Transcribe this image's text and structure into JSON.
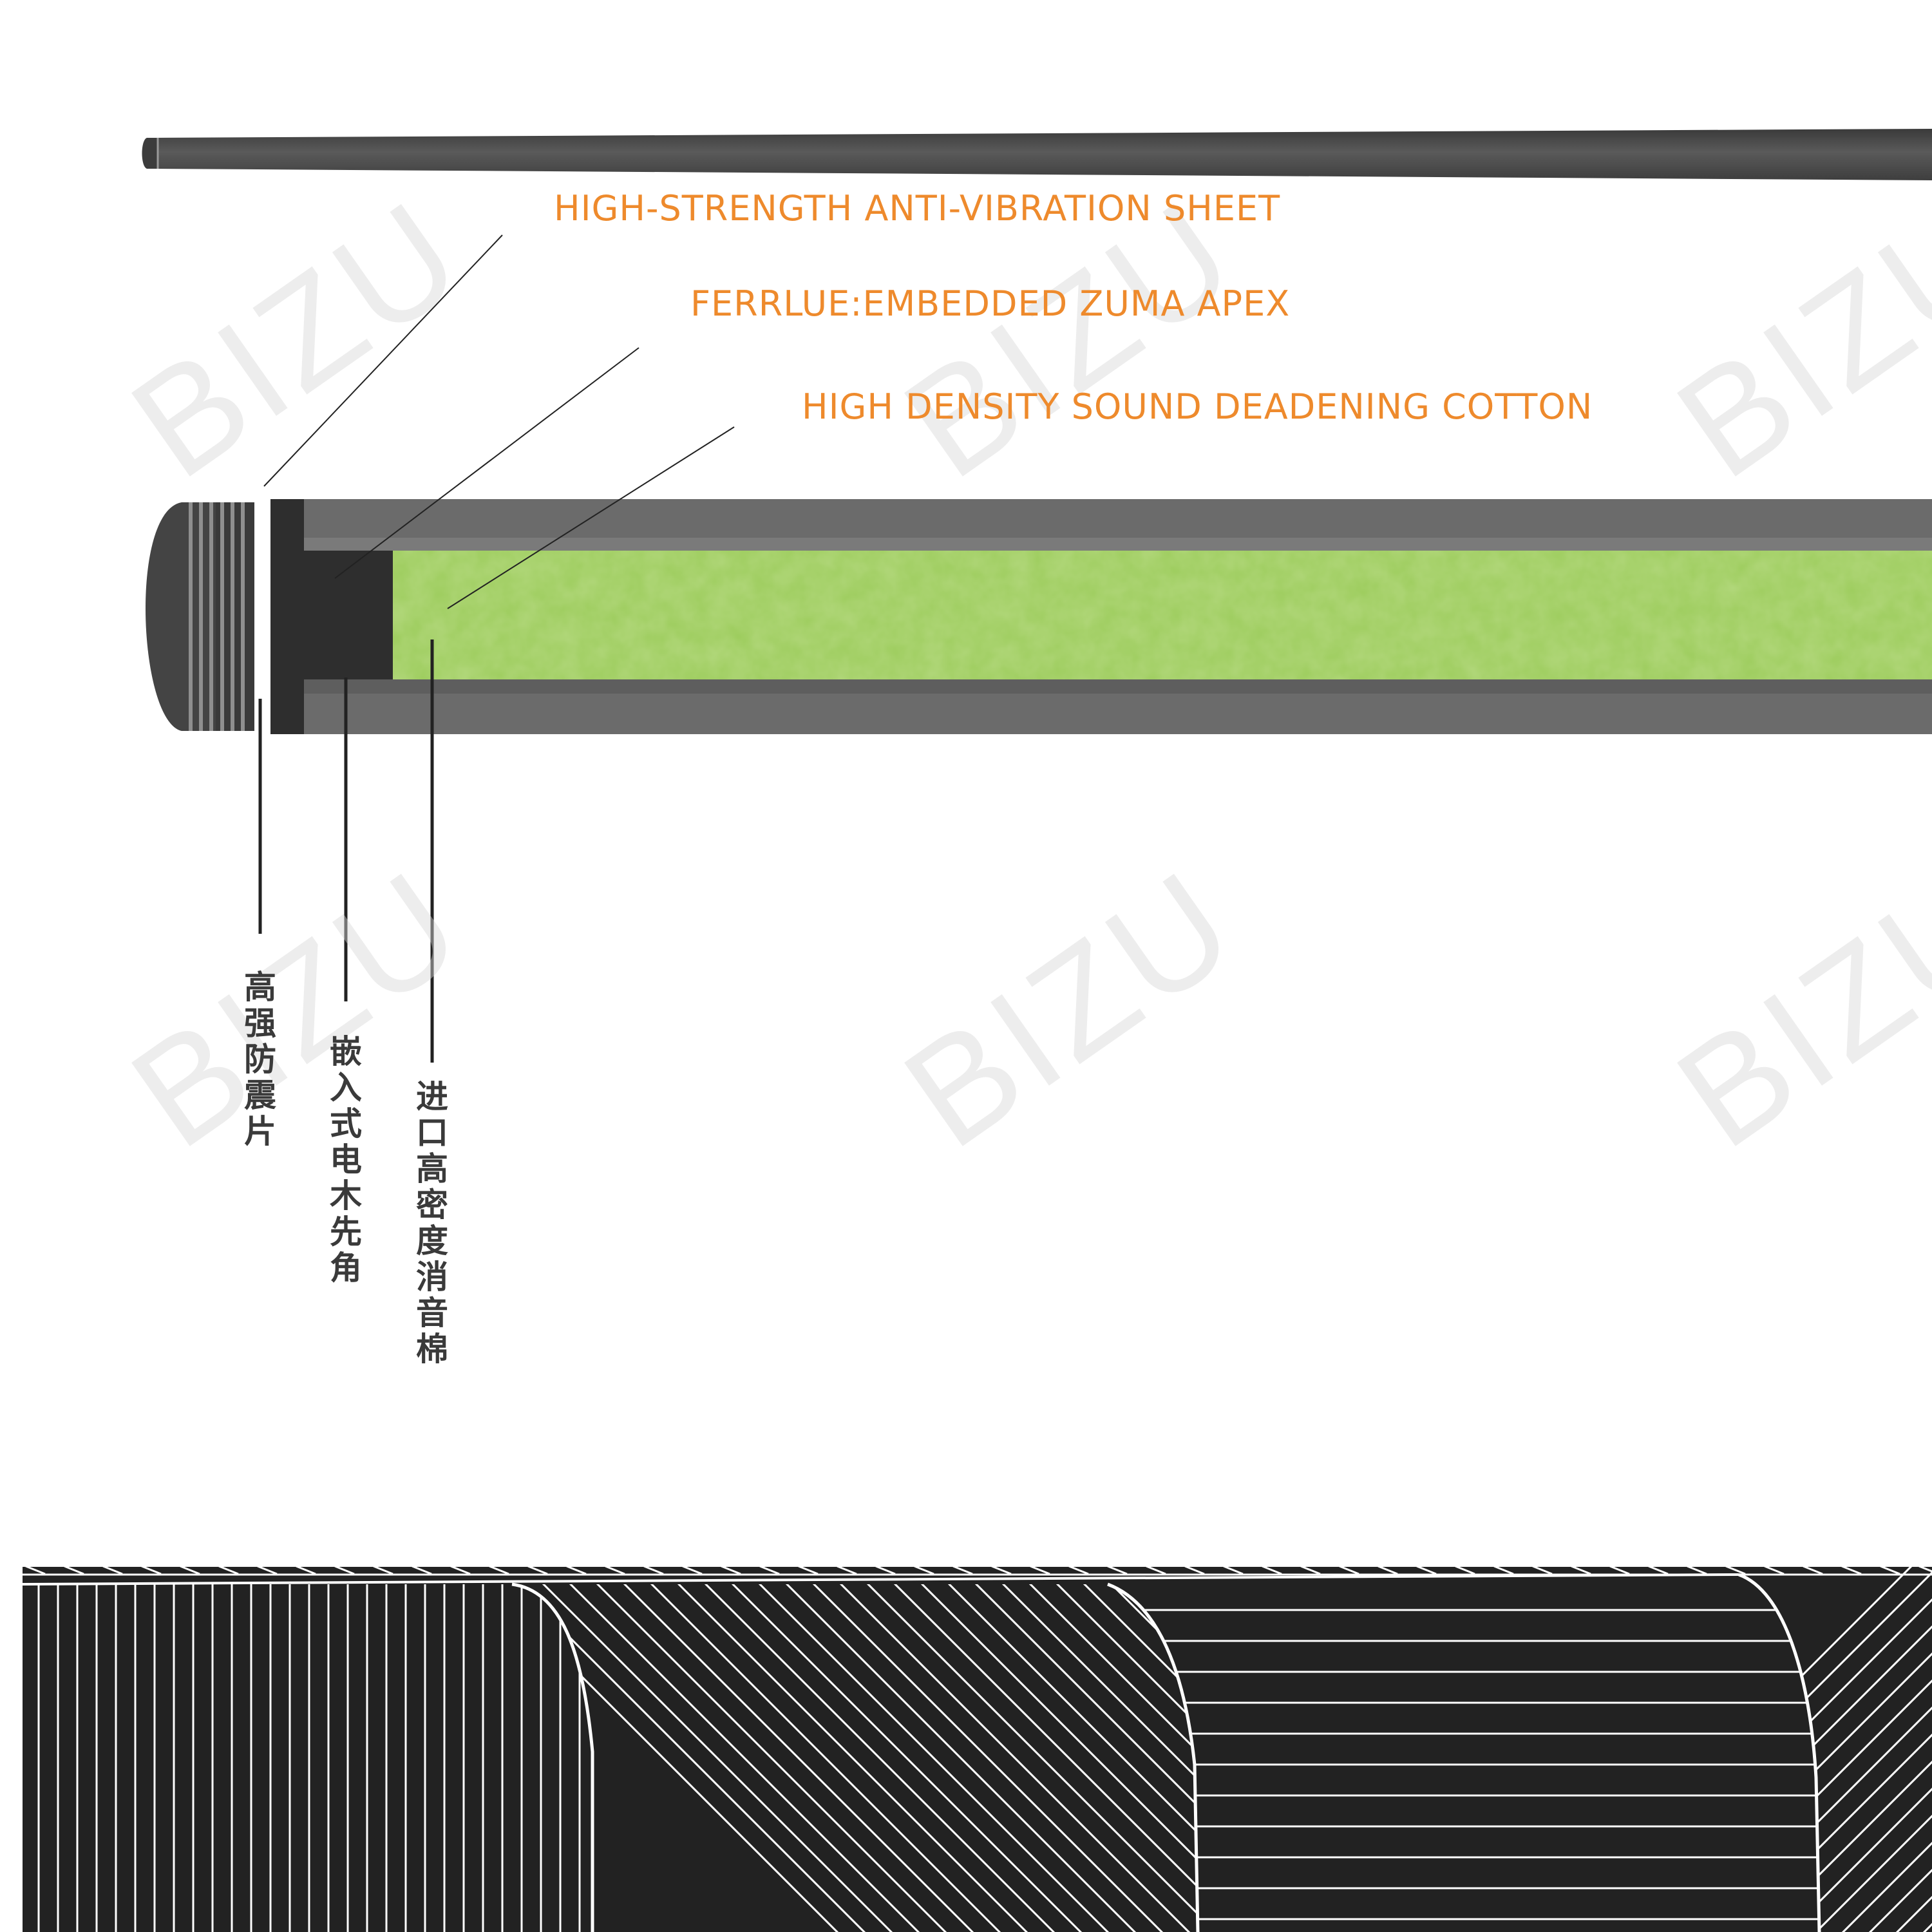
{
  "labels_en": {
    "sheet": "HIGH-STRENGTH ANTI-VIBRATION SHEET",
    "ferrule": "FERRLUE:EMBEDDED ZUMA APEX",
    "cotton": "HIGH DENSITY SOUND DEADENING COTTON"
  },
  "labels_cn": {
    "sheet": "高强防震片",
    "ferrule": "嵌入式电木先角",
    "cotton": "进口高密度消音棉"
  },
  "watermark": "BIZU",
  "colors": {
    "label_orange": "#ee8a2c",
    "cn_text": "#3a3a3a",
    "shaft_gray": "#6b6b6b",
    "shaft_dark": "#4a4a4a",
    "ferrule_dark": "#2e2e2e",
    "foam_green": "#9ccc5c",
    "butt_black": "#222222",
    "watermark_gray": "#d9d9d9",
    "leader_line": "#222222"
  }
}
